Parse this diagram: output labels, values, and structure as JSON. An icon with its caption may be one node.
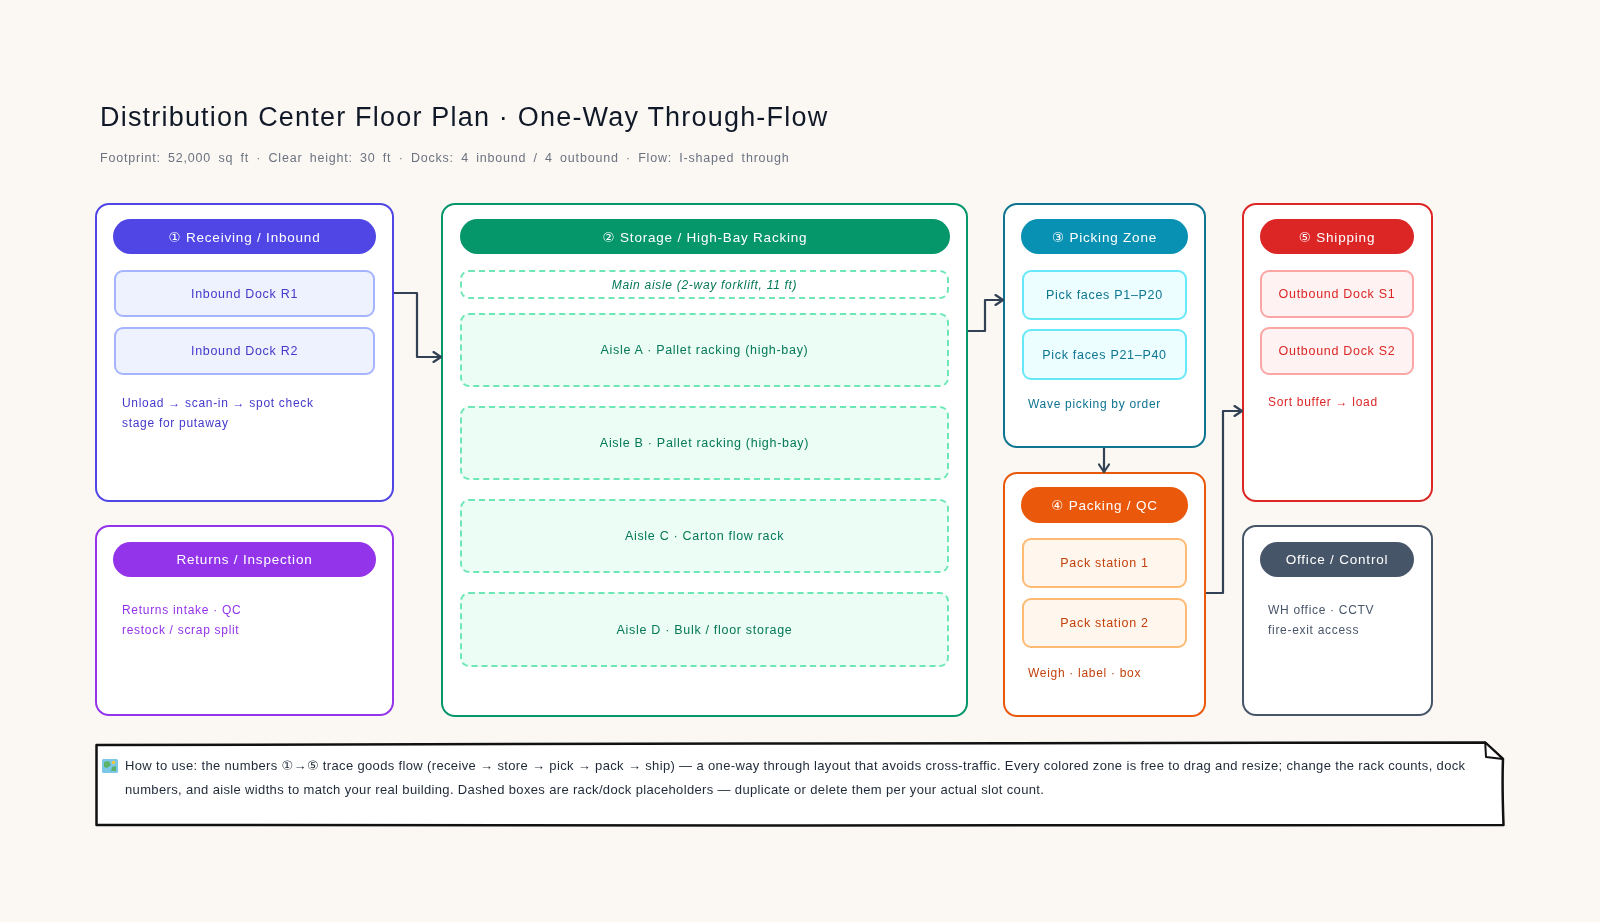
{
  "diagram": {
    "title": "Distribution Center Floor Plan · One-Way Through-Flow",
    "nodes": [
      {
        "text": [
          "Unload → scan-in → spot check",
          "stage for putaway"
        ]
      },
      {
        "text": [
          "① Receiving / Inbound"
        ],
        "in": 0
      },
      {
        "text": [
          "Inbound Dock R1"
        ],
        "in": 0
      },
      {
        "text": [
          "Inbound Dock R2"
        ],
        "in": 0
      },
      {
        "text": [],
        "shape": "box"
      },
      {
        "text": [
          "② Storage / High-Bay Racking"
        ],
        "in": 4
      },
      {
        "text": [
          "Main aisle (2-way forklift, 11 ft)"
        ],
        "in": 4
      },
      {
        "text": [
          "Aisle A · Pallet racking (high-bay)"
        ],
        "in": 4
      },
      {
        "text": [
          "Aisle B · Pallet racking (high-bay)"
        ],
        "in": 4
      },
      {
        "text": [
          "Aisle C · Carton flow rack"
        ],
        "in": 4
      },
      {
        "text": [
          "Aisle D · Bulk / floor storage"
        ],
        "in": 4
      },
      {
        "text": [
          "Wave picking by order"
        ]
      },
      {
        "text": [
          "③ Picking Zone"
        ],
        "in": 11
      },
      {
        "text": [
          "Pick faces P1–P20"
        ],
        "in": 11
      },
      {
        "text": [
          "Pick faces P21–P40"
        ],
        "in": 11
      },
      {
        "text": [
          "Sort buffer → load"
        ]
      },
      {
        "text": [
          "⑤ Shipping"
        ],
        "in": 15
      },
      {
        "text": [
          "Outbound Dock S1"
        ],
        "in": 15
      },
      {
        "text": [
          "Outbound Dock S2"
        ],
        "in": 15
      },
      {
        "text": [
          "Returns intake · QC",
          "restock / scrap split"
        ]
      },
      {
        "text": [
          "Returns / Inspection"
        ],
        "in": 19
      },
      {
        "text": [
          "Weigh · label · box"
        ]
      },
      {
        "text": [
          "④ Packing / QC"
        ],
        "in": 21
      },
      {
        "text": [
          "Pack station 1"
        ],
        "in": 21
      },
      {
        "text": [
          "Pack station 2"
        ],
        "in": 21
      },
      {
        "text": [
          "WH office · CCTV",
          "fire-exit access"
        ]
      },
      {
        "text": [
          "Office / Control"
        ],
        "in": 25
      },
      {
        "text": [
          "How to use: the numbers ①→⑤ trace goods flow (receive → store → pick → pack → ship) — a one-way through layout that avoids cross-traffic. Every colored zone is free to drag and resize; change the rack counts, dock numbers, and aisle widths to match your real building. Dashed boxes are rack/dock placeholders — duplicate or delete them per your actual slot count."
        ]
      }
    ],
    "edges": [
      {
        "from": 0,
        "to": 4,
        "arrow": "to"
      },
      {
        "from": 4,
        "to": 11,
        "arrow": "to"
      },
      {
        "from": 11,
        "to": 21,
        "arrow": "to"
      },
      {
        "from": 21,
        "to": 15,
        "arrow": "to"
      }
    ],
    "labels": [
      "Footprint: 52,000 sq ft · Clear height: 30 ft · Docks: 4 inbound / 4 outbound · Flow: I-shaped through"
    ]
  }
}
